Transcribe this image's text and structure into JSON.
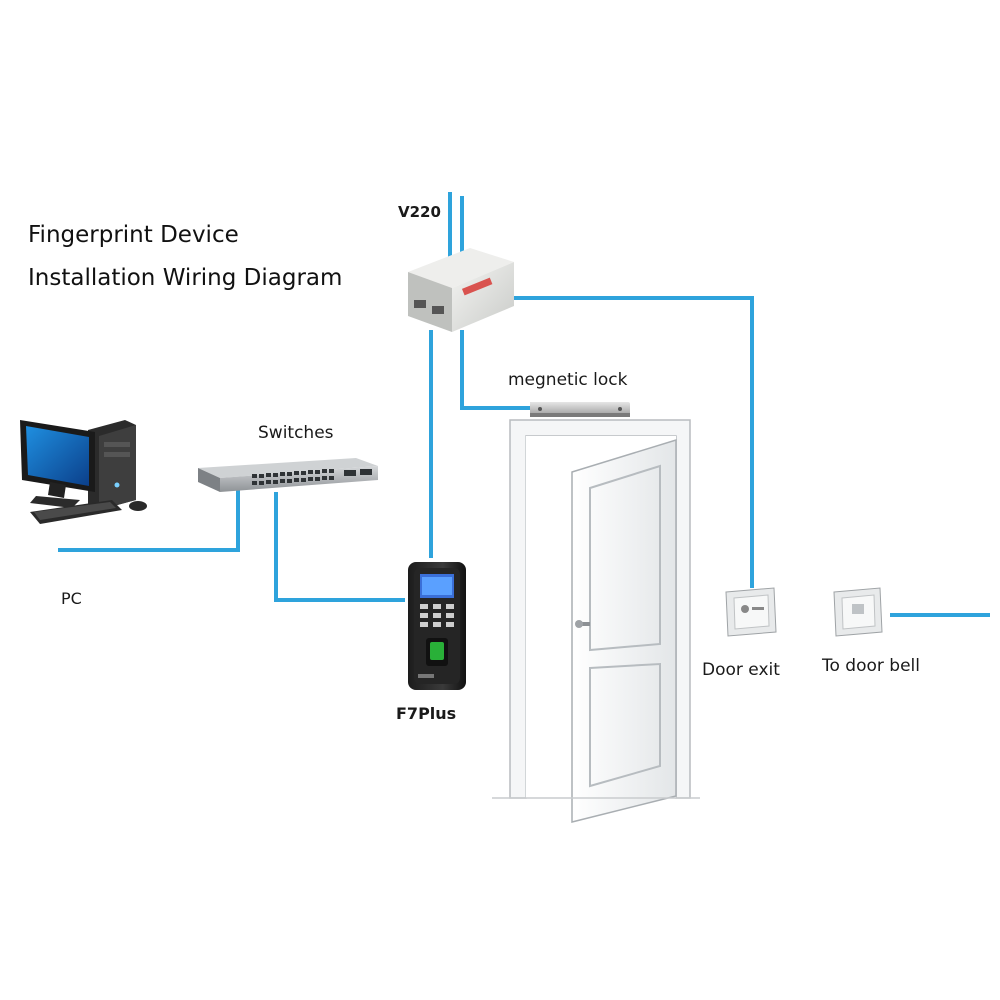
{
  "title": {
    "line1": "Fingerprint Device",
    "line2": "Installation Wiring Diagram"
  },
  "labels": {
    "power": "V220",
    "lock": "megnetic lock",
    "switches": "Switches",
    "pc": "PC",
    "device": "F7Plus",
    "door_exit": "Door exit",
    "door_bell": "To door bell"
  },
  "colors": {
    "wire": "#2ea3dc",
    "door": "#f1f3f4",
    "outline": "#9aa0a6"
  },
  "icons": {
    "pc": "desktop-computer-icon",
    "switch": "network-switch-icon",
    "power": "power-supply-icon",
    "lock": "magnetic-lock-icon",
    "device": "fingerprint-terminal-icon",
    "exit": "exit-button-icon",
    "bell": "door-bell-button-icon",
    "door": "door-icon"
  }
}
